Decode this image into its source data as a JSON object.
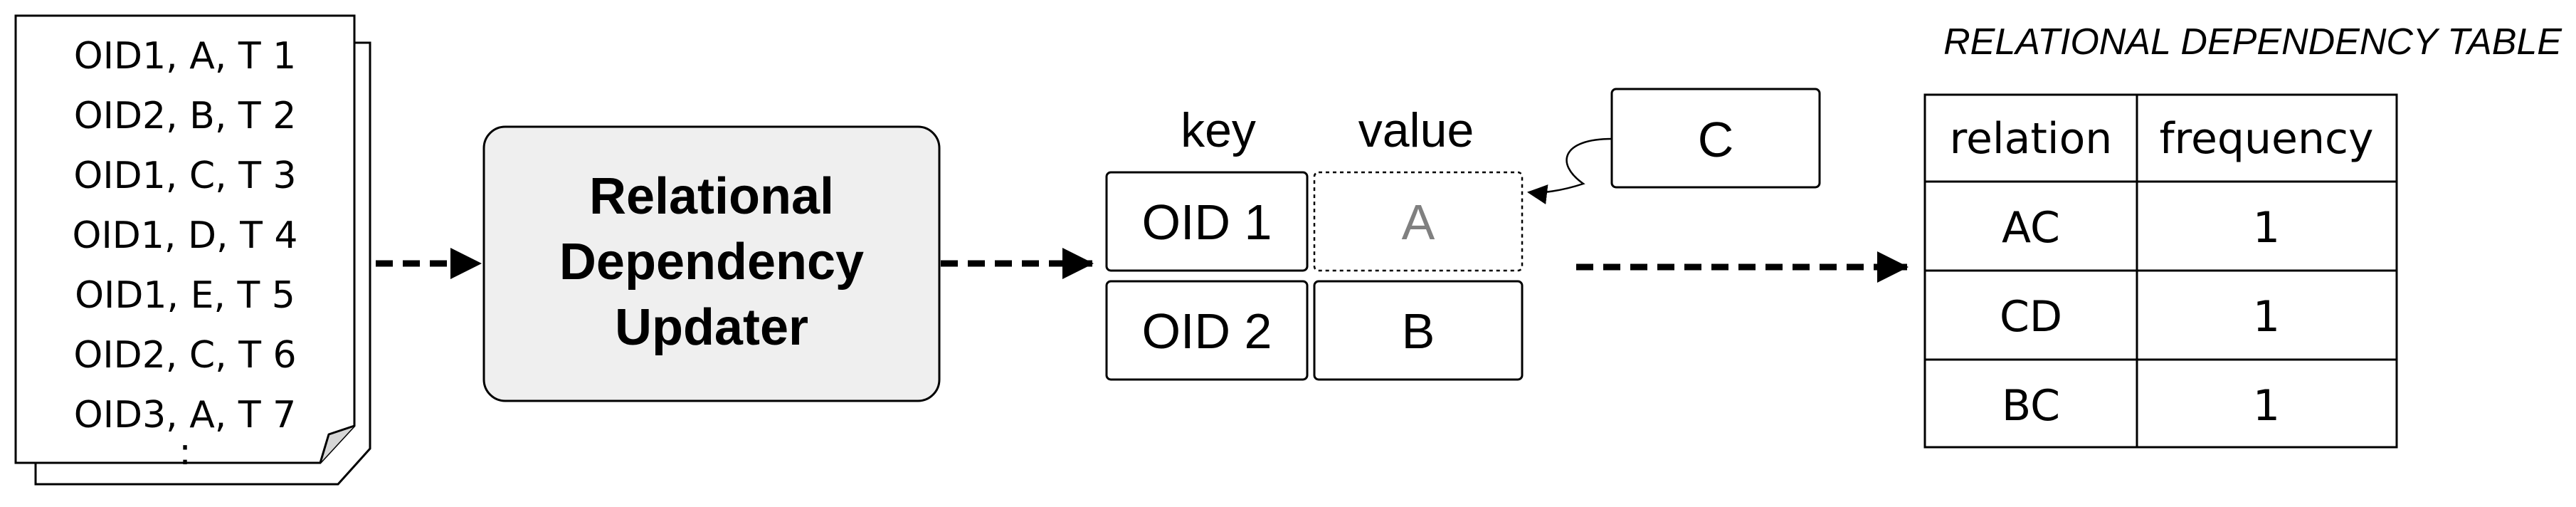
{
  "documents": {
    "lines": [
      "OID1, A, T 1",
      "OID2, B, T 2",
      "OID1, C, T 3",
      "OID1, D, T 4",
      "OID1, E, T 5",
      "OID2, C, T 6",
      "OID3, A, T 7"
    ],
    "ellipsis": ":"
  },
  "updater": {
    "lines": [
      "Relational",
      "Dependency",
      "Updater"
    ]
  },
  "kv_store": {
    "key_header": "key",
    "value_header": "value",
    "rows": [
      {
        "key": "OID 1",
        "value": "A"
      },
      {
        "key": "OID 2",
        "value": "B"
      }
    ],
    "incoming_value": "C"
  },
  "table": {
    "title": "RELATIONAL DEPENDENCY TABLE",
    "headers": [
      "relation",
      "frequency"
    ],
    "rows": [
      {
        "relation": "AC",
        "frequency": "1"
      },
      {
        "relation": "CD",
        "frequency": "1"
      },
      {
        "relation": "BC",
        "frequency": "1"
      }
    ]
  },
  "colors": {
    "line": "#000000",
    "updater_fill": "#efefef",
    "faded_value": "#808080"
  }
}
